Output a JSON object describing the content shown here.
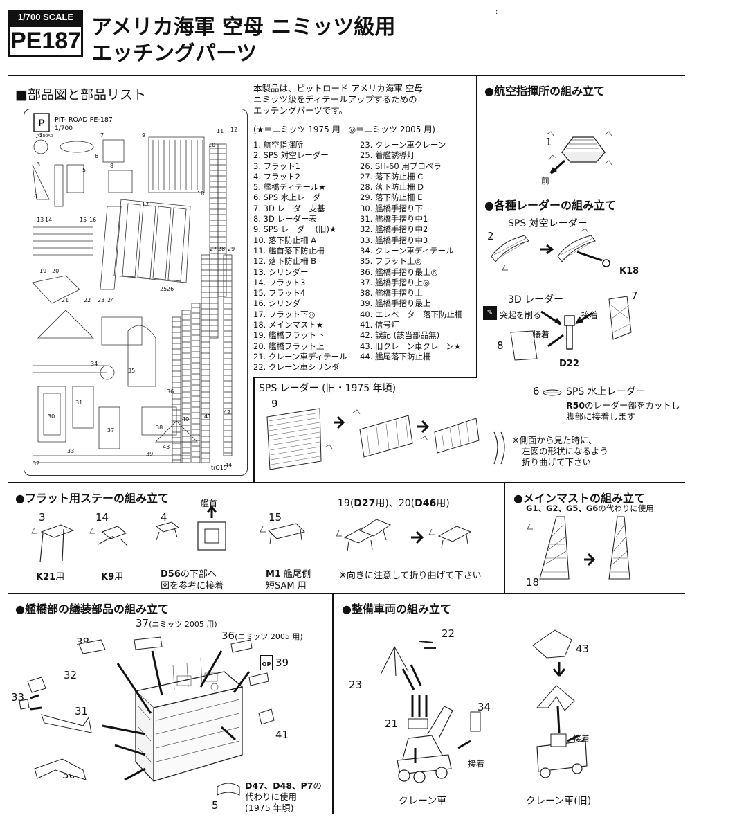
{
  "header": {
    "scale": "1/700 SCALE",
    "code": "PE187",
    "title_line1": "アメリカ海軍 空母 ニミッツ級用",
    "title_line2": "エッチングパーツ",
    "corner_mark": ":"
  },
  "parts_section": {
    "title": "■部品図と部品リスト",
    "fret_label": "PIT- ROAD PE-187",
    "fret_scale": "1/700",
    "fret_logo": "PIT-ROAD",
    "fret_code": "trQ15",
    "fret_numbers": [
      "1",
      "2",
      "3",
      "4",
      "5",
      "6",
      "7",
      "8",
      "9",
      "10",
      "11",
      "12",
      "13",
      "14",
      "15",
      "16",
      "17",
      "18",
      "19",
      "20",
      "21",
      "22",
      "23",
      "24",
      "25",
      "26",
      "27",
      "28",
      "29",
      "30",
      "31",
      "32",
      "33",
      "34",
      "35",
      "36",
      "37",
      "38",
      "39",
      "40",
      "41",
      "42",
      "43",
      "44"
    ],
    "intro": [
      "本製品は、ピットロード アメリカ海軍 空母",
      "ニミッツ級をディテールアップするための",
      "エッチングパーツです。"
    ],
    "legend": "(★＝ニミッツ 1975 用　◎＝ニミッツ 2005 用)",
    "list_left": [
      "1. 航空指揮所",
      "2. SPS 対空レーダー",
      "3. フラット1",
      "4. フラット2",
      "5. 艦橋ディテール★",
      "6. SPS 水上レーダー",
      "7. 3D レーダー支基",
      "8. 3D レーダー表",
      "9. SPS レーダー (旧)★",
      "10. 落下防止柵 A",
      "11. 艦首落下防止柵",
      "12. 落下防止柵 B",
      "13. シリンダー",
      "14. フラット3",
      "15. フラット4",
      "16. シリンダー",
      "17. フラット下◎",
      "18. メインマスト★",
      "19. 艦橋フラット下",
      "20. 艦橋フラット上",
      "21. クレーン車ディテール",
      "22. クレーン車シリンダ"
    ],
    "list_right": [
      "23. クレーン車クレーン",
      "25. 着艦誘導灯",
      "26. SH-60 用プロペラ",
      "27. 落下防止柵 C",
      "28. 落下防止柵 D",
      "29. 落下防止柵 E",
      "30. 艦橋手摺り下",
      "31. 艦橋手摺り中1",
      "32. 艦橋手摺り中2",
      "33. 艦橋手摺り中3",
      "34. クレーン車ディテール",
      "35. フラット上◎",
      "36. 艦橋手摺り最上◎",
      "37. 艦橋手摺り上◎",
      "38. 艦橋手摺り上",
      "39. 艦橋手摺り最上",
      "40. エレベーター落下防止柵",
      "41. 信号灯",
      "42. 誤記 (該当部品無)",
      "43. 旧クレーン車クレーン★",
      "44. 艦尾落下防止柵"
    ]
  },
  "air_control": {
    "title": "●航空指揮所の組み立て",
    "part": "1",
    "front": "前"
  },
  "radars": {
    "title": "●各種レーダーの組み立て",
    "sps_air": "SPS 対空レーダー",
    "sps_air_part": "2",
    "sps_air_ref": "K18",
    "radar3d": "3D レーダー",
    "cut_note": "突起を削る",
    "glue1": "接着",
    "glue2": "接着",
    "part7": "7",
    "part8": "8",
    "ref_d22": "D22",
    "part6": "6",
    "sps_surface": "SPS 水上レーダー",
    "r50_ref": "R50",
    "r50_note1": "のレーダー部をカットし",
    "r50_note2": "脚部に接着します"
  },
  "old_radar": {
    "title": "SPS レーダー (旧・1975 年頃)",
    "part": "9",
    "note": [
      "※側面から見た時に、",
      "左図の形状になるよう",
      "折り曲げて下さい"
    ]
  },
  "flat_stays": {
    "title": "●フラット用ステーの組み立て",
    "items": [
      {
        "part": "3",
        "ref": "K21",
        "suffix": "用"
      },
      {
        "part": "14",
        "ref": "K9",
        "suffix": "用"
      },
      {
        "part": "4",
        "ref": "D56",
        "suffix": "の下部へ"
      },
      {
        "part": "15",
        "ref": "M1",
        "suffix": " 艦尾側"
      }
    ],
    "d56_line2": "図を参考に接着",
    "m1_line2": "短SAM 用",
    "bow": "艦首",
    "p19_prefix": "19(",
    "p19_ref": "D27",
    "p19_mid": "用)、20(",
    "p20_ref": "D46",
    "p20_suffix": "用)",
    "note": "※向きに注意して折り曲げて下さい"
  },
  "main_mast": {
    "title": "●メインマストの組み立て",
    "refs": "G1、G2、G5、G6",
    "refs_suffix": "の代わりに使用",
    "part": "18"
  },
  "bridge": {
    "title": "●艦橋部の艤装部品の組み立て",
    "p37": "37",
    "p37_note": "(ニミッツ 2005 用)",
    "p36": "36",
    "p36_note": "(ニミッツ 2005 用)",
    "p38": "38",
    "p39": "39",
    "op_badge": "OP",
    "p32": "32",
    "p33": "33",
    "p31": "31",
    "p41": "41",
    "p30": "30",
    "p5": "5",
    "refs": "D47、D48、P7",
    "refs_suffix": "の",
    "note2": "代わりに使用",
    "note3": "(1975 年頃)"
  },
  "vehicles": {
    "title": "●整備車両の組み立て",
    "p22": "22",
    "p23": "23",
    "p34": "34",
    "p21": "21",
    "p43": "43",
    "glue1": "接着",
    "glue2": "接着",
    "crane": "クレーン車",
    "crane_old": "クレーン車(旧)"
  }
}
